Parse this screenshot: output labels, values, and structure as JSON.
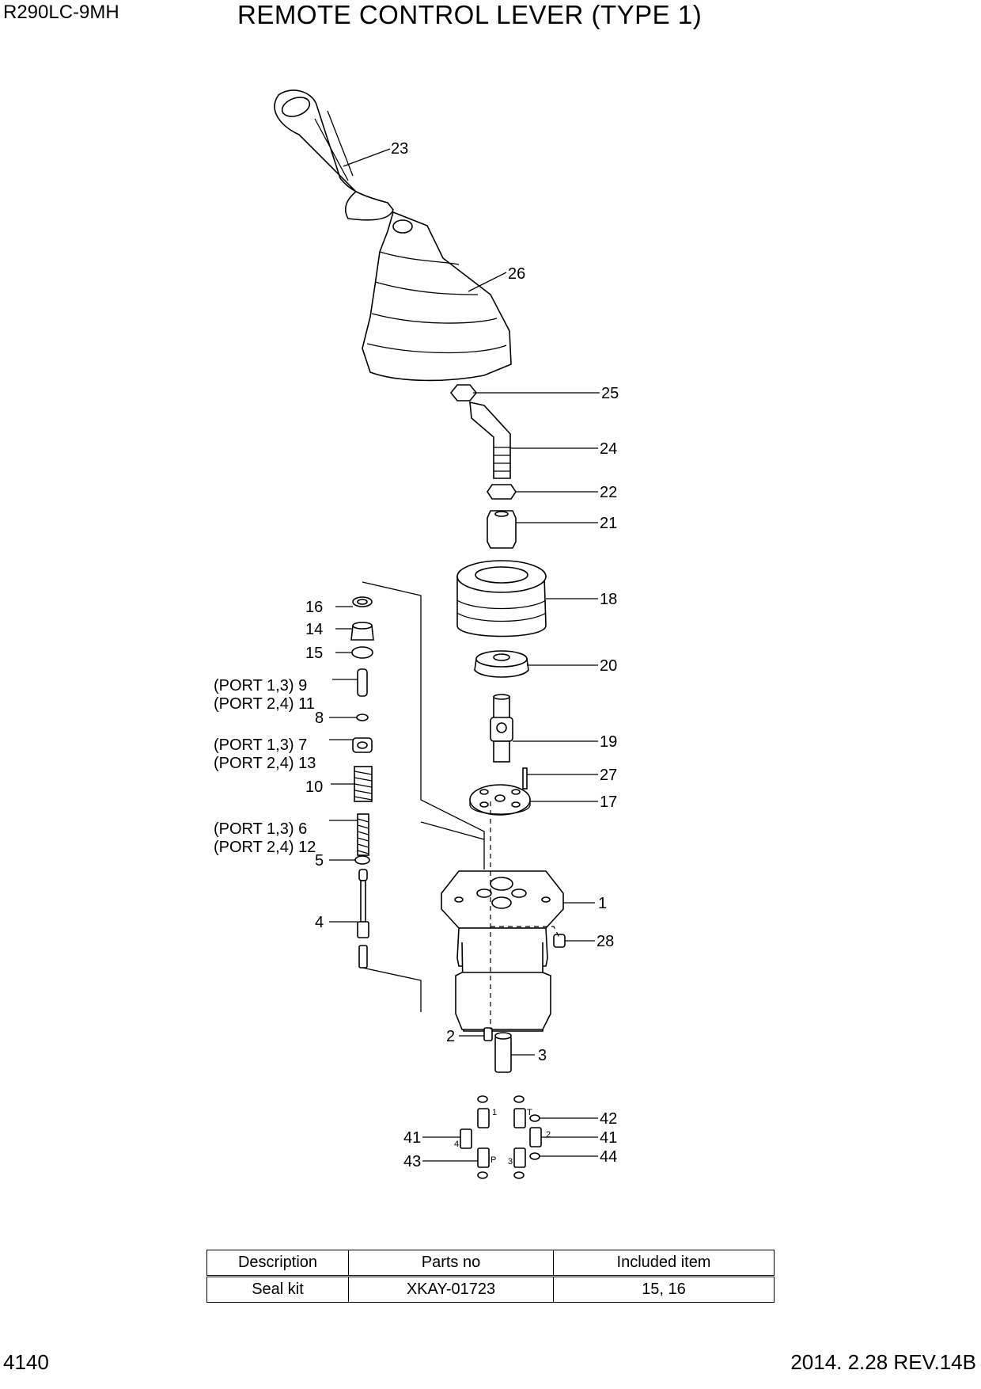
{
  "header": {
    "model": "R290LC-9MH",
    "title": "REMOTE CONTROL LEVER (TYPE 1)"
  },
  "footer": {
    "page_number": "4140",
    "revision": "2014. 2.28  REV.14B"
  },
  "callouts": {
    "c23": "23",
    "c26": "26",
    "c25": "25",
    "c24": "24",
    "c22": "22",
    "c21": "21",
    "c18": "18",
    "c20": "20",
    "c19": "19",
    "c27": "27",
    "c17": "17",
    "c1": "1",
    "c28": "28",
    "c2": "2",
    "c3": "3",
    "c16": "16",
    "c14": "14",
    "c15": "15",
    "c9": "(PORT 1,3)  9",
    "c11": "(PORT 2,4) 11",
    "c8": "8",
    "c7": "(PORT 1,3)  7",
    "c13": "(PORT 2,4) 13",
    "c10": "10",
    "c6": "(PORT 1,3)  6",
    "c12": "(PORT 2,4) 12",
    "c5": "5",
    "c4": "4",
    "c42": "42",
    "c41r": "41",
    "c44": "44",
    "c41l": "41",
    "c43": "43"
  },
  "port_marks": {
    "p1": "1",
    "pT": "T",
    "p2": "2",
    "p4": "4",
    "pP": "P",
    "p3": "3"
  },
  "kit_table": {
    "headers": [
      "Description",
      "Parts no",
      "Included item"
    ],
    "rows": [
      [
        "Seal kit",
        "XKAY-01723",
        "15, 16"
      ]
    ]
  }
}
